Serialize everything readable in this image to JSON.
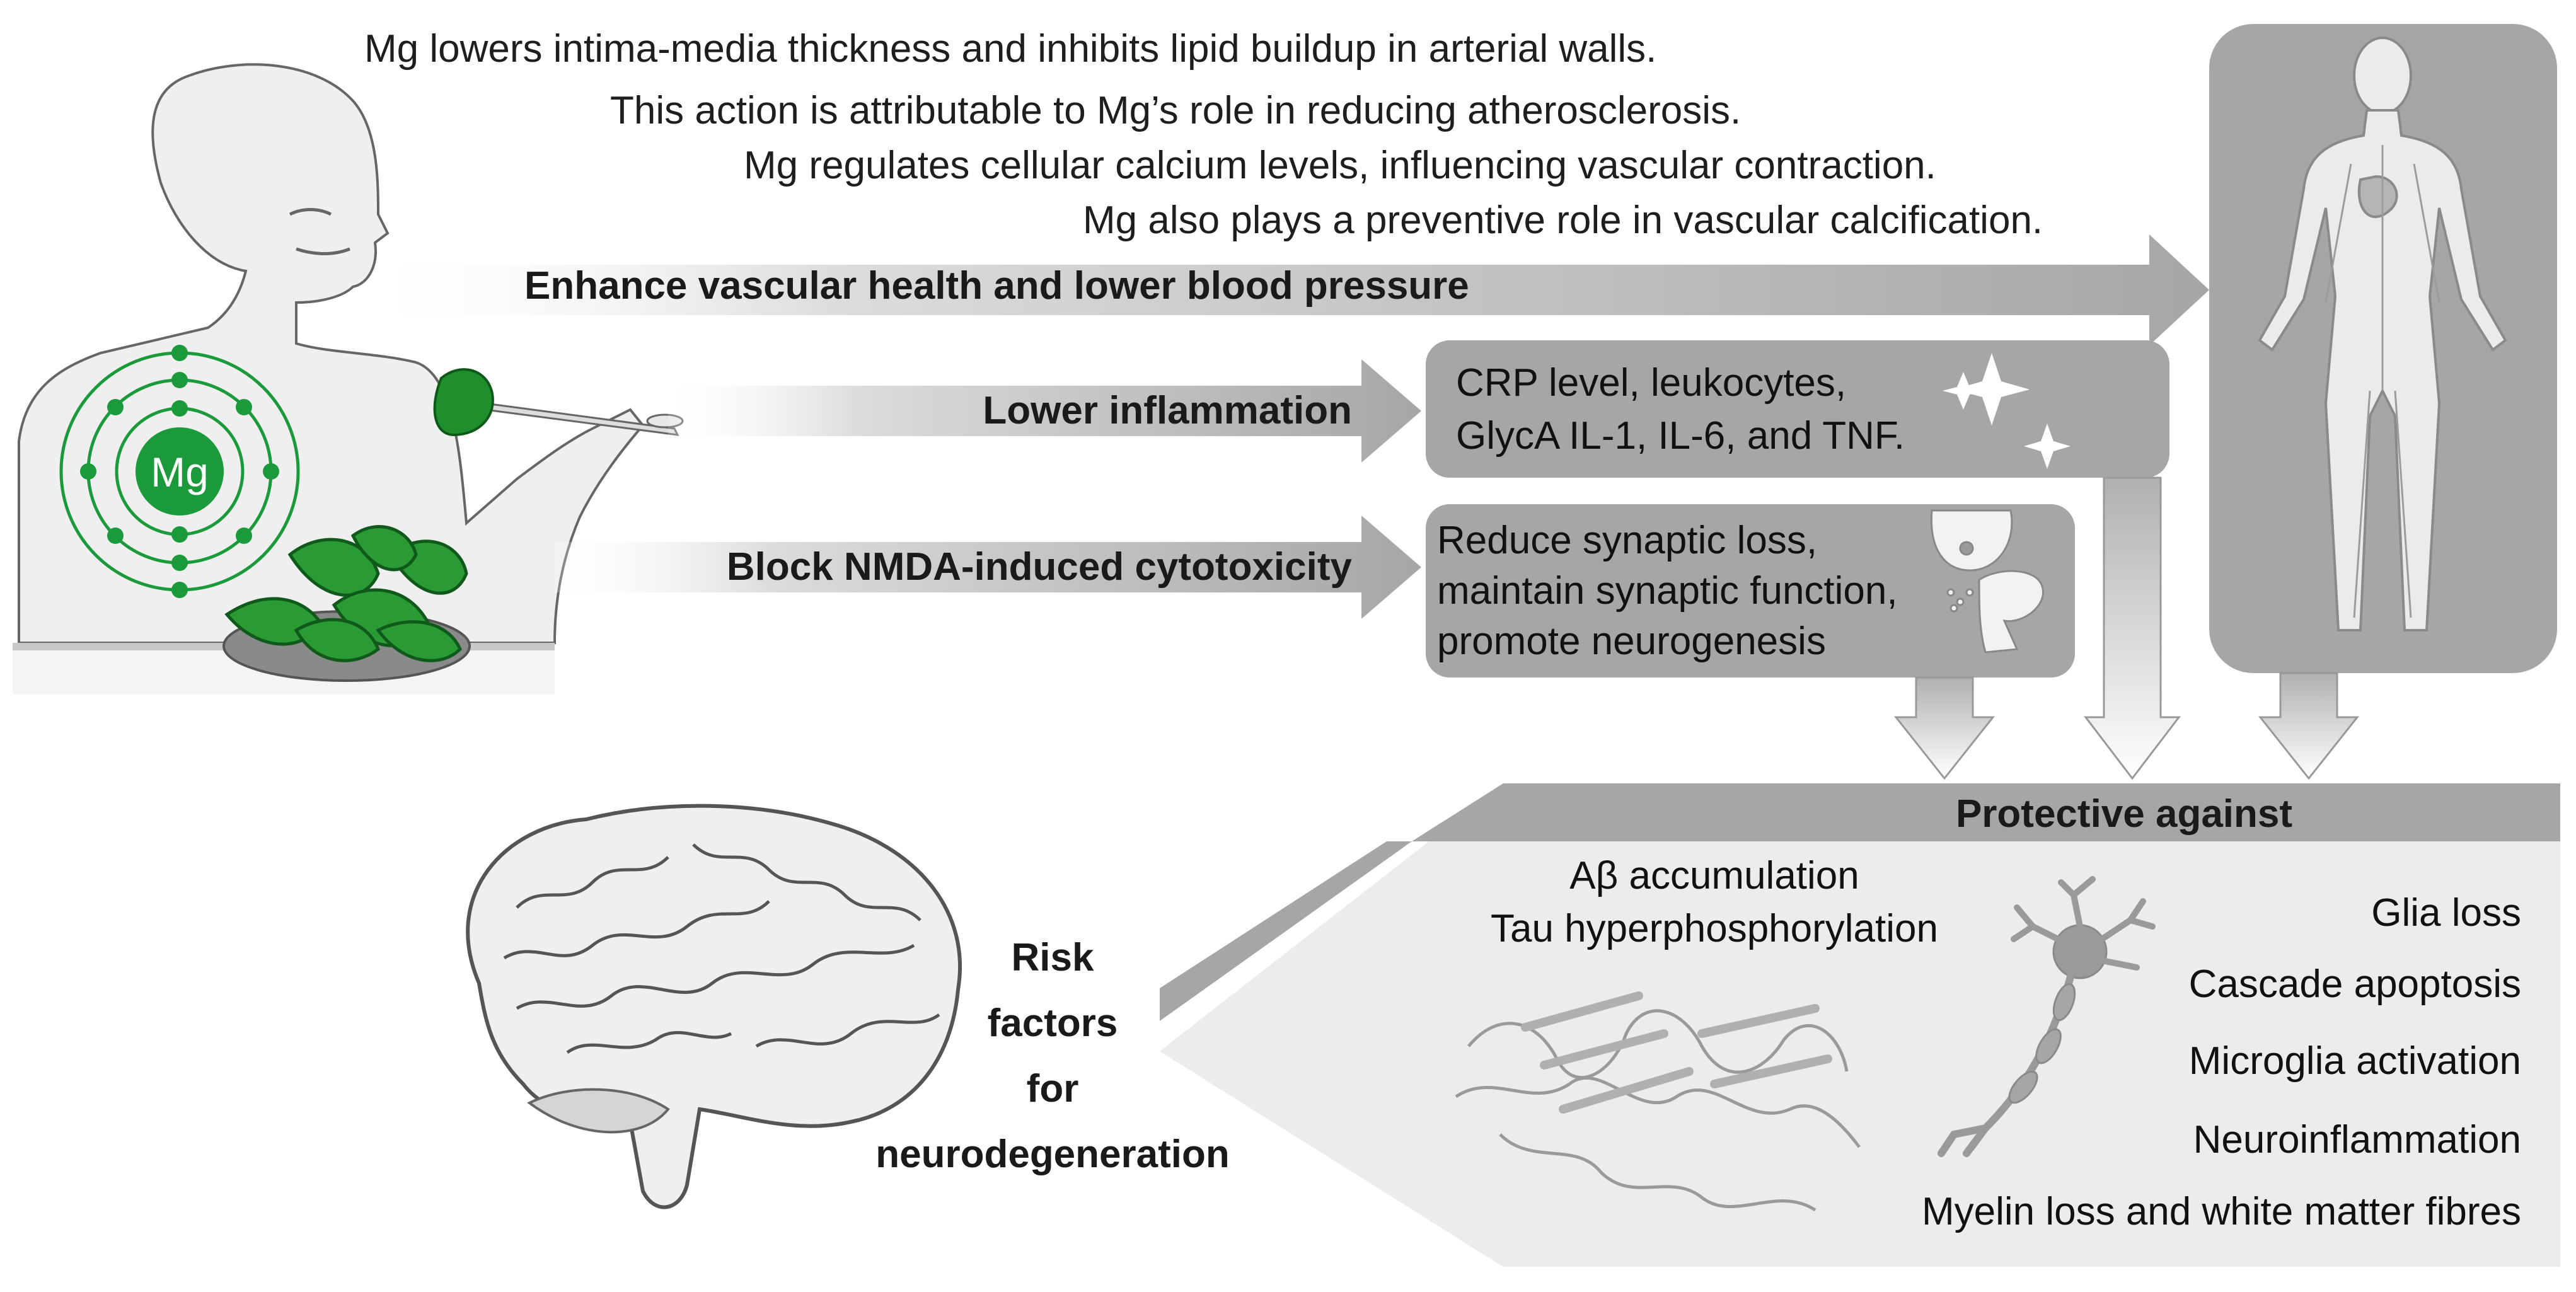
{
  "statements": [
    "Mg lowers intima-media thickness and inhibits lipid buildup in arterial walls.",
    "This action is attributable to Mg’s role in reducing atherosclerosis.",
    "Mg regulates cellular calcium levels, influencing vascular contraction.",
    "Mg also plays a preventive role in vascular calcification."
  ],
  "arrows": {
    "vascular": "Enhance vascular health and lower blood pressure",
    "inflammation": "Lower inflammation",
    "nmda": "Block NMDA-induced cytotoxicity"
  },
  "atom_label": "Mg",
  "inflammation_box": [
    "CRP level, leukocytes,",
    "GlycA IL-1, IL-6, and TNF."
  ],
  "synaptic_box": [
    "Reduce synaptic loss,",
    "maintain synaptic function,",
    "promote neurogenesis"
  ],
  "protective": {
    "header": "Protective against",
    "left_items": [
      "Aβ accumulation",
      "Tau hyperphosphorylation"
    ],
    "right_items": [
      "Glia loss",
      "Cascade apoptosis",
      "Microglia activation",
      "Neuroinflammation",
      "Myelin loss and white matter fibres"
    ]
  },
  "risk_label": [
    "Risk",
    "factors",
    "for",
    "neurodegeneration"
  ],
  "colors": {
    "mg_green": "#1a9a3a",
    "panel_gray": "#a6a6a6",
    "light_panel": "#ececec",
    "arrow_gray": "#a9a9a9"
  }
}
